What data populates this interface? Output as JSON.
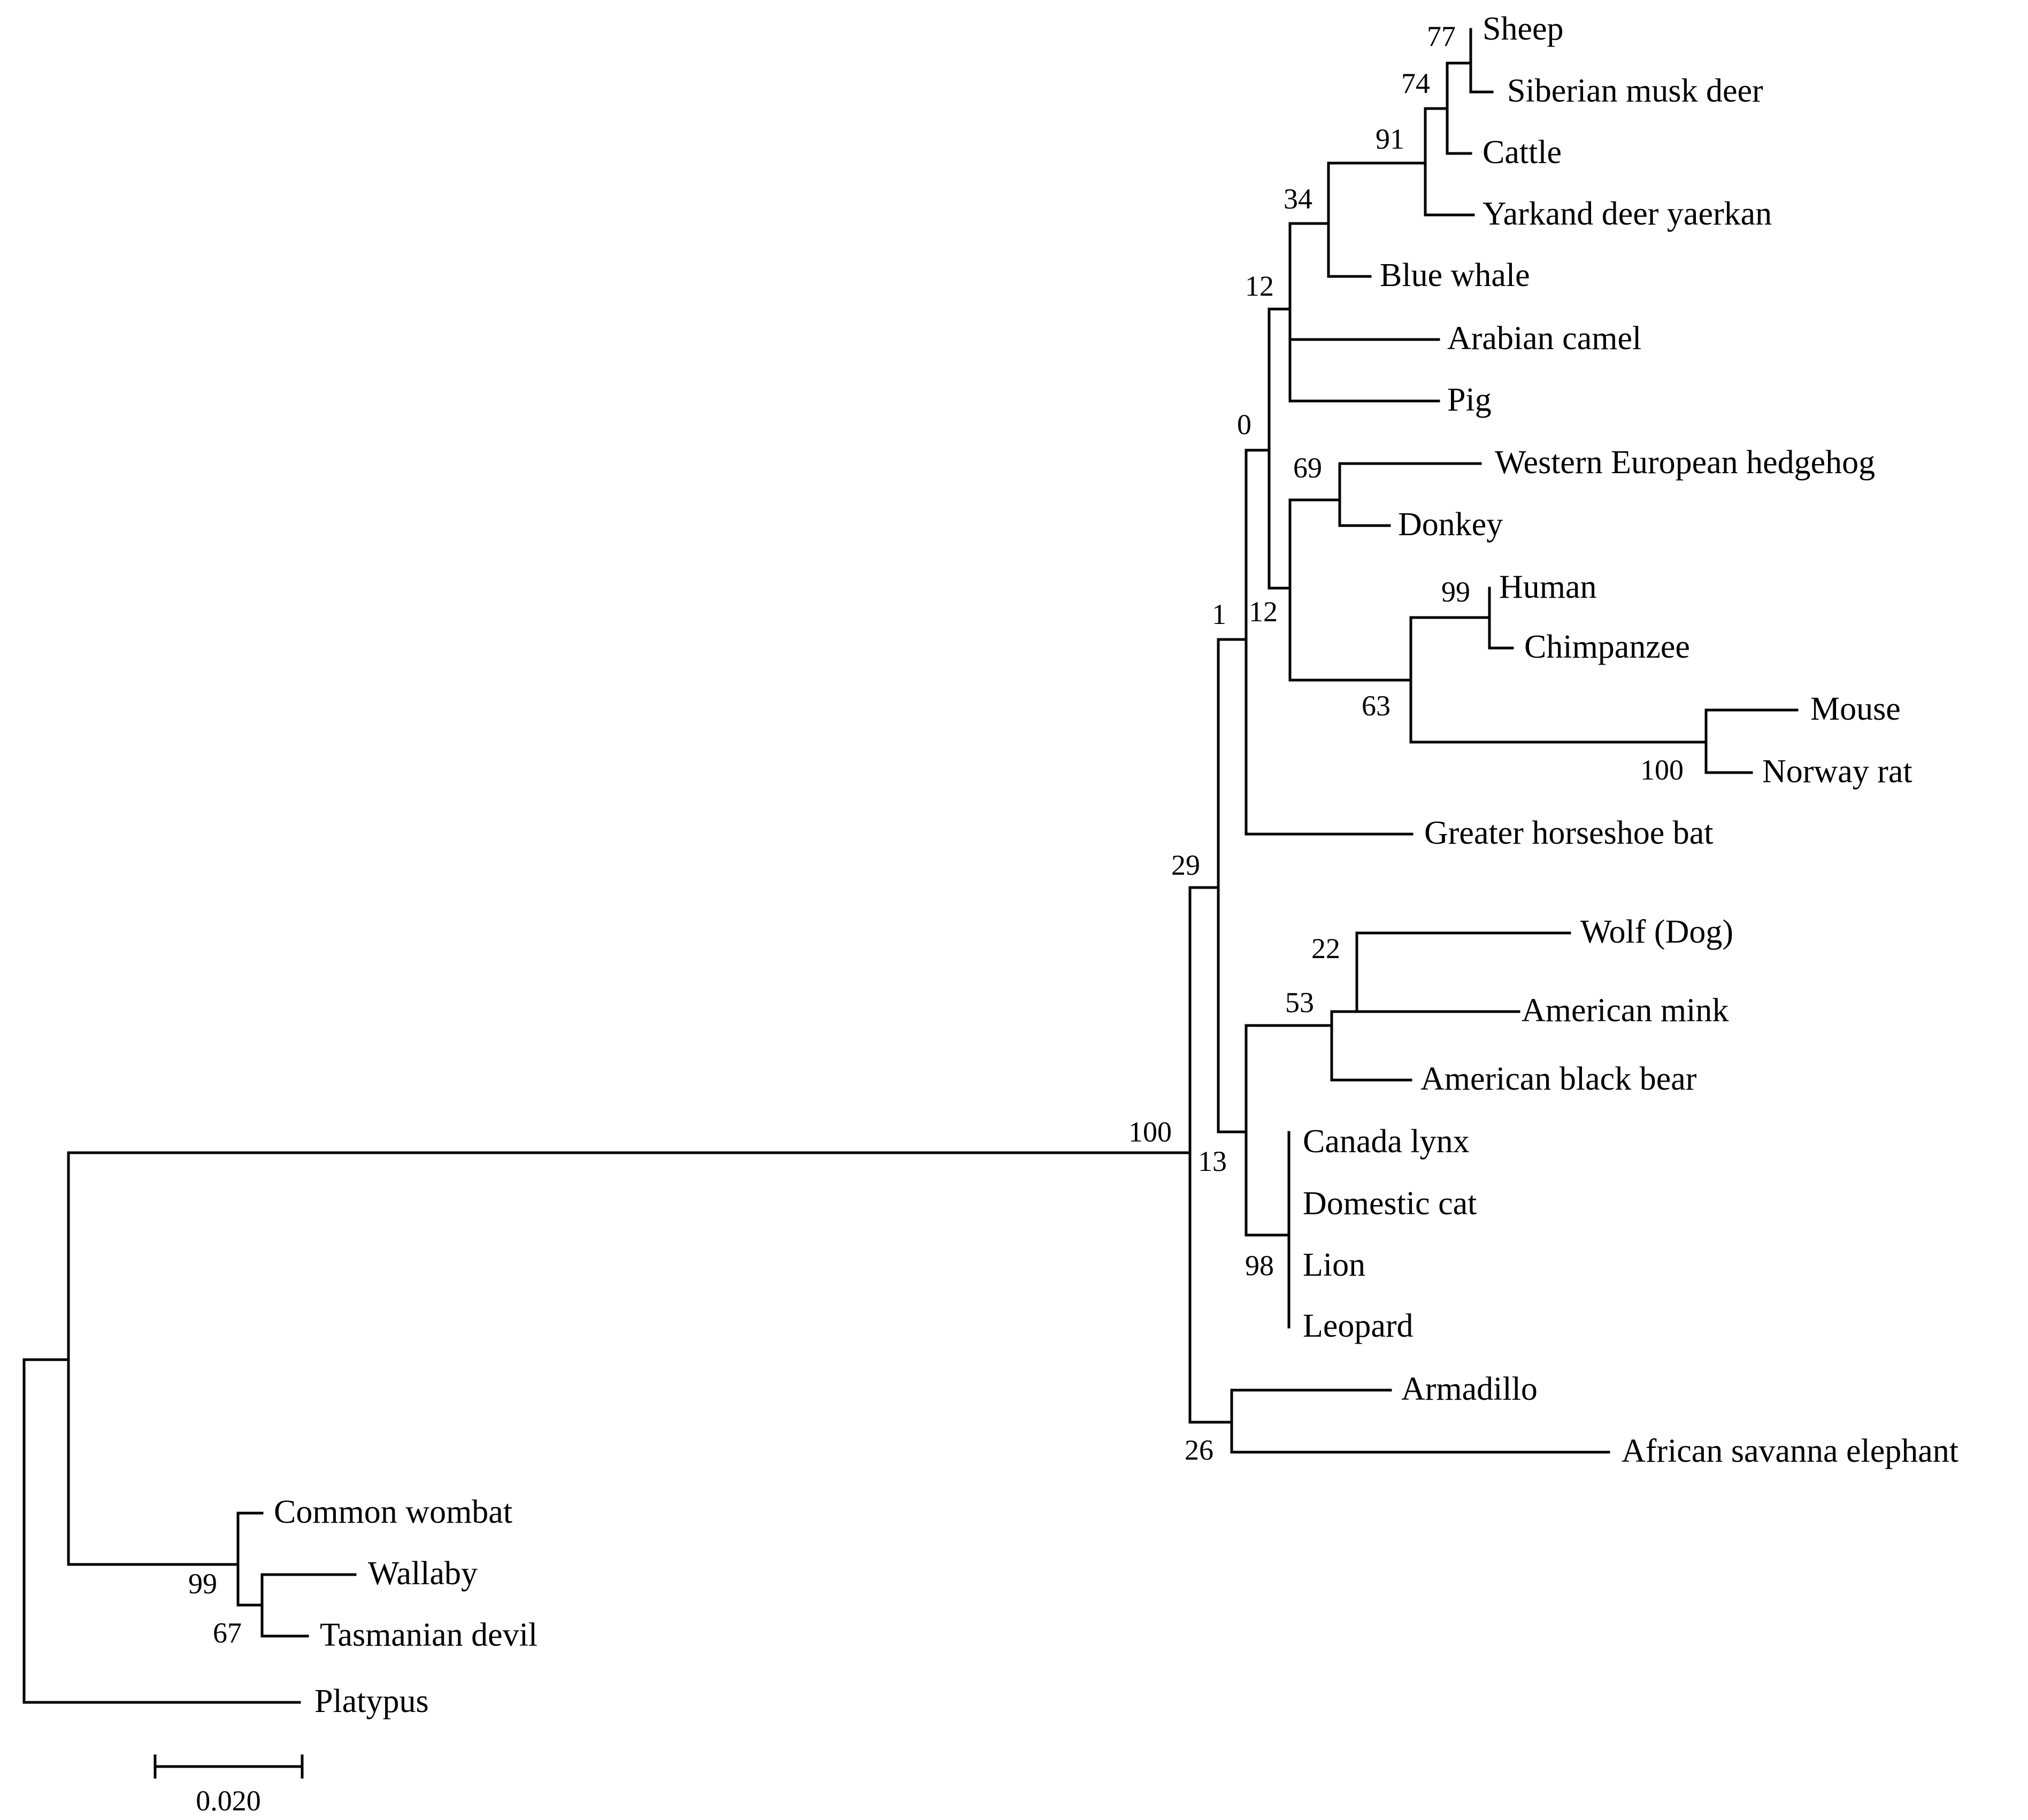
{
  "colors": {
    "ink": "#000000",
    "background": "#ffffff"
  },
  "taxa": {
    "sheep": "Sheep",
    "siberian_musk_deer": "Siberian musk deer",
    "cattle": "Cattle",
    "yarkand_deer": "Yarkand deer yaerkan",
    "blue_whale": "Blue whale",
    "arabian_camel": "Arabian camel",
    "pig": "Pig",
    "hedgehog": "Western European hedgehog",
    "donkey": "Donkey",
    "human": "Human",
    "chimpanzee": "Chimpanzee",
    "mouse": "Mouse",
    "norway_rat": "Norway rat",
    "horseshoe_bat": "Greater horseshoe bat",
    "wolf": "Wolf (Dog)",
    "american_mink": "American mink",
    "black_bear": "American black bear",
    "canada_lynx": "Canada lynx",
    "domestic_cat": "Domestic cat",
    "lion": "Lion",
    "leopard": "Leopard",
    "armadillo": "Armadillo",
    "elephant": "African savanna elephant",
    "common_wombat": "Common wombat",
    "wallaby": "Wallaby",
    "tasmanian_devil": "Tasmanian devil",
    "platypus": "Platypus"
  },
  "support": {
    "sheep_muskdeer": "77",
    "sheep_muskdeer_cattle": "74",
    "ruminants": "91",
    "cetruminantia": "34",
    "cetartiodactyla": "12",
    "hedgehog_donkey": "69",
    "human_chimp": "99",
    "euarchontoglires": "63",
    "mouse_rat": "100",
    "inner_12": "12",
    "laurasiatheria_inner": "0",
    "boreo_root": "1",
    "carnivora_group": "29",
    "wolf_mink": "22",
    "caniformia": "53",
    "carnivora": "13",
    "felidae": "98",
    "placentalia": "100",
    "afrotheria_xenarthra": "26",
    "marsupials": "99",
    "wallaby_devil": "67"
  },
  "scale_bar": {
    "label": "0.020"
  }
}
